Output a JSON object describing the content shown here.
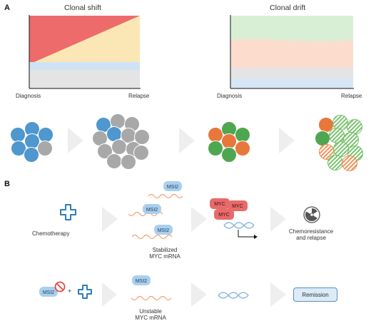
{
  "panel_a": {
    "letter": "A",
    "left_chart": {
      "title": "Clonal shift",
      "x_start": "Diagnosis",
      "x_end": "Relapse"
    },
    "right_chart": {
      "title": "Clonal drift",
      "x_start": "Diagnosis",
      "x_end": "Relapse"
    }
  },
  "panel_b": {
    "letter": "B",
    "protein_label": "MSI2",
    "oncogene_label": "MYC",
    "row1": {
      "treatment": "Chemotherapy",
      "stabilized_mrna": [
        "Stabilized",
        "MYC mRNA"
      ],
      "outcome": [
        "Chemoresistance",
        "and relapse"
      ]
    },
    "row2": {
      "plus": "+",
      "unstable_mrna": [
        "Unstable",
        "MYC mRNA"
      ],
      "outcome": "Remission"
    }
  },
  "colors": {
    "red": "#ee6b6b",
    "yellow": "#fbe7b6",
    "blue_light": "#cfe3f5",
    "grey_light": "#e4e4e4",
    "green_light": "#d9efd5",
    "peach": "#fbdccd",
    "cell_blue": "#4e97cf",
    "cell_grey": "#a8a8a8",
    "cell_orange": "#e8773b",
    "cell_green": "#4fa650",
    "msi2_bubble": "#a9cfee",
    "myc_bubble": "#e86a6a",
    "mrna": "#f2a272",
    "dna": "#8fb9e0",
    "cross": "#2f7db8"
  }
}
